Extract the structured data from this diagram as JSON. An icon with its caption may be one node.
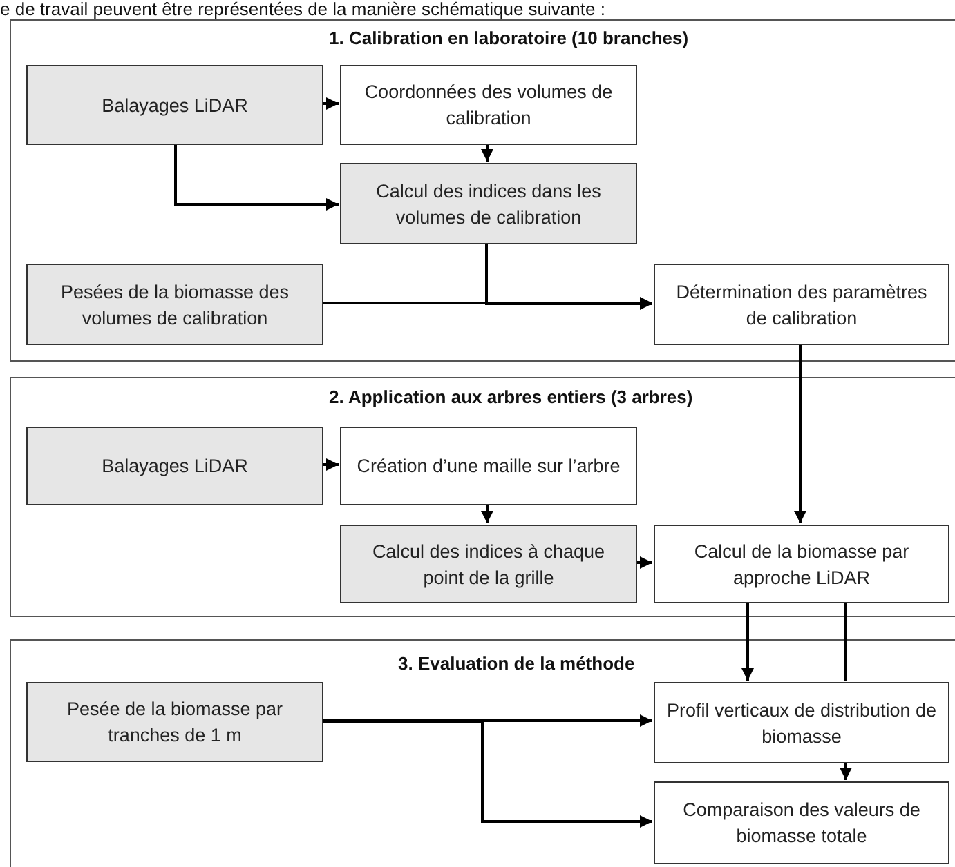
{
  "diagram": {
    "nodes": [
      {
        "text": [
          "1. Calibration en laboratoire (10 branches)"
        ]
      },
      {
        "text": [
          "Balayages LiDAR"
        ],
        "in": 0
      },
      {
        "text": [
          "Coordonnées des volumes de calibration"
        ],
        "in": 0
      },
      {
        "text": [
          "Calcul des indices dans les volumes de calibration"
        ],
        "in": 0
      },
      {
        "text": [
          "Pesées de la biomasse des volumes de calibration"
        ],
        "in": 0
      },
      {
        "text": [
          "Détermination des paramètres de calibration"
        ],
        "in": 0
      },
      {
        "text": [
          "2. Application aux arbres entiers (3 arbres)"
        ]
      },
      {
        "text": [
          "Balayages LiDAR"
        ],
        "in": 6
      },
      {
        "text": [
          "Création d’une maille sur l’arbre"
        ],
        "in": 6
      },
      {
        "text": [
          "Calcul des indices à chaque point de la grille"
        ],
        "in": 6
      },
      {
        "text": [
          "Calcul de la biomasse par approche LiDAR"
        ],
        "in": 6
      },
      {
        "text": [
          "3. Evaluation de la méthode"
        ]
      },
      {
        "text": [
          "Pesée de la biomasse par tranches de 1 m"
        ],
        "in": 11
      },
      {
        "text": [
          "Profil verticaux de distribution de biomasse"
        ],
        "in": 11
      },
      {
        "text": [
          "Comparaison des valeurs de biomasse totale"
        ],
        "in": 11
      }
    ],
    "edges": [
      {
        "from": 1,
        "to": 2,
        "arrow": "to"
      },
      {
        "from": 2,
        "to": 3,
        "arrow": "to"
      },
      {
        "from": 1,
        "to": 3,
        "arrow": "to"
      },
      {
        "from": 3,
        "to": 5,
        "arrow": "to"
      },
      {
        "from": 4,
        "to": 5,
        "arrow": "to"
      },
      {
        "from": 5,
        "to": 10,
        "arrow": "to"
      },
      {
        "from": 7,
        "to": 8,
        "arrow": "to"
      },
      {
        "from": 8,
        "to": 9,
        "arrow": "to"
      },
      {
        "from": 9,
        "to": 10,
        "arrow": "to"
      },
      {
        "from": 10,
        "to": 13,
        "arrow": "to"
      },
      {
        "from": 10,
        "to": 13,
        "arrow": "none"
      },
      {
        "from": 12,
        "to": 13,
        "arrow": "to"
      },
      {
        "from": 12,
        "to": 14,
        "arrow": "to"
      },
      {
        "from": 13,
        "to": 14,
        "arrow": "to"
      }
    ],
    "labels": [
      "e de travail peuvent être représentées de la manière schématique suivante :"
    ]
  }
}
